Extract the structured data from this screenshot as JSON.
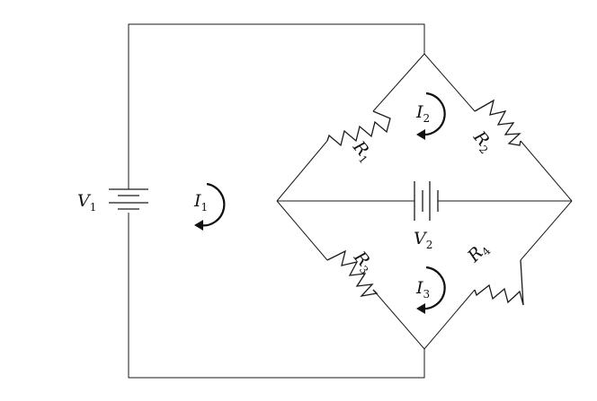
{
  "components": {
    "V1": {
      "symbol": "V",
      "index": "1"
    },
    "V2": {
      "symbol": "V",
      "index": "2"
    },
    "R1": {
      "symbol": "R",
      "index": "1"
    },
    "R2": {
      "symbol": "R",
      "index": "2"
    },
    "R3": {
      "symbol": "R",
      "index": "3"
    },
    "R4": {
      "symbol": "R",
      "index": "4"
    }
  },
  "currents": {
    "I1": {
      "symbol": "I",
      "index": "1",
      "direction": "clockwise"
    },
    "I2": {
      "symbol": "I",
      "index": "2",
      "direction": "clockwise"
    },
    "I3": {
      "symbol": "I",
      "index": "3",
      "direction": "clockwise"
    }
  }
}
